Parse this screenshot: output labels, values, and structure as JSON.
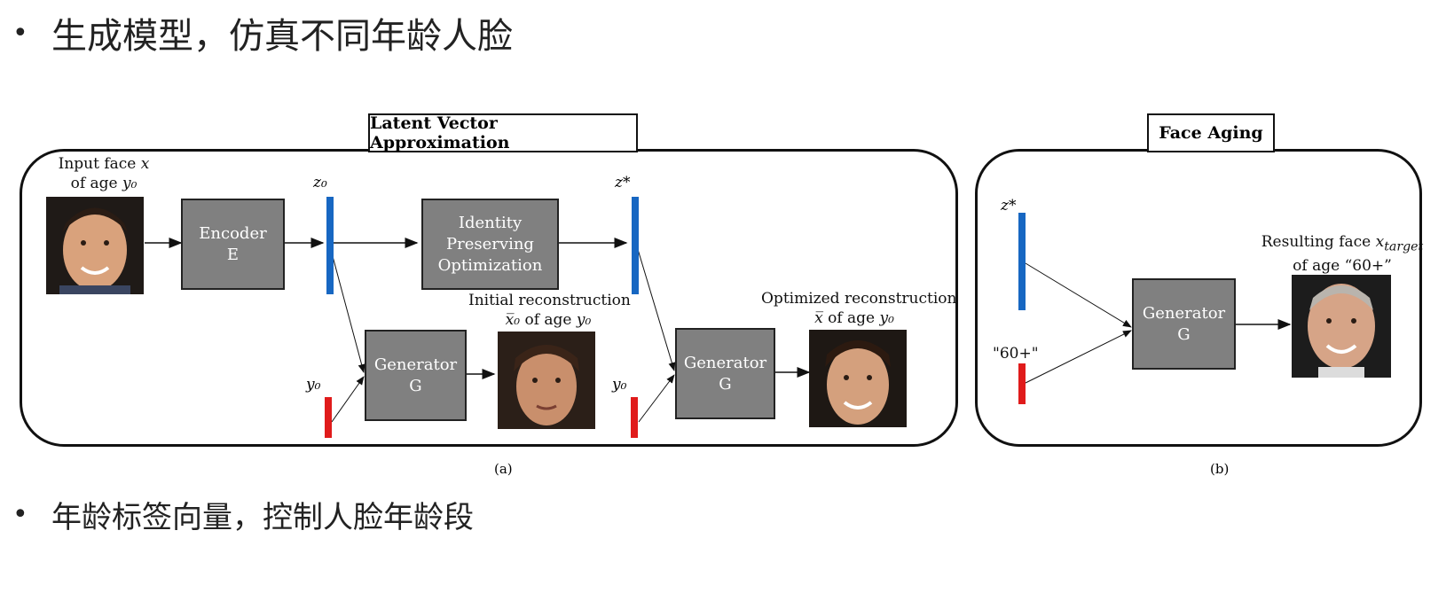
{
  "bullets": [
    {
      "text": "生成模型，仿真不同年龄人脸"
    },
    {
      "text": "年龄标签向量，控制人脸年龄段"
    }
  ],
  "panel_a": {
    "title": "Latent Vector Approximation",
    "input_label_line1": "Input face",
    "input_label_var": "x",
    "input_label_line2": "of age",
    "input_label_age": "y₀",
    "encoder": {
      "line1": "Encoder",
      "line2": "E"
    },
    "z0": "z₀",
    "ipo": {
      "line1": "Identity",
      "line2": "Preserving",
      "line3": "Optimization"
    },
    "zstar": "z*",
    "y0_left": "y₀",
    "y0_right": "y₀",
    "gen1": {
      "line1": "Generator",
      "line2": "G"
    },
    "gen2": {
      "line1": "Generator",
      "line2": "G"
    },
    "initial_label_line1": "Initial reconstruction",
    "initial_label_var": "x̅₀",
    "initial_label_mid": "of age",
    "initial_label_age": "y₀",
    "optimized_label_line1": "Optimized reconstruction",
    "optimized_label_var": "x̅",
    "optimized_label_mid": "of age",
    "optimized_label_age": "y₀",
    "caption": "(a)"
  },
  "panel_b": {
    "title": "Face Aging",
    "zstar": "z*",
    "age_tag": "\"60+\"",
    "gen": {
      "line1": "Generator",
      "line2": "G"
    },
    "result_label_line1": "Resulting face",
    "result_label_var": "x",
    "result_label_sub": "target",
    "result_label_line2": "of age “60+”",
    "caption": "(b)"
  },
  "colors": {
    "latent_bar": "#1767c2",
    "age_bar": "#e01b1b",
    "box_fill": "#808080"
  }
}
